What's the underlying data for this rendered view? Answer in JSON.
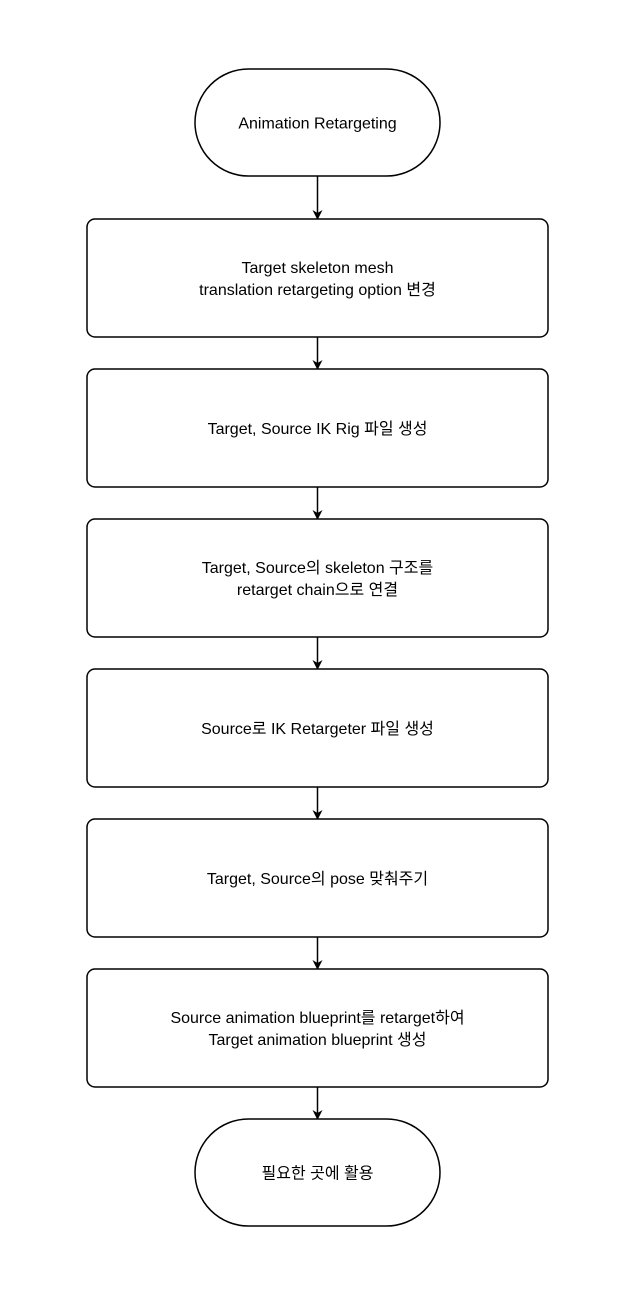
{
  "diagram": {
    "type": "flowchart",
    "nodes": [
      {
        "id": "start",
        "shape": "terminal",
        "lines": [
          "Animation Retargeting"
        ]
      },
      {
        "id": "step1",
        "shape": "process",
        "lines": [
          "Target skeleton mesh",
          "translation retargeting option 변경"
        ]
      },
      {
        "id": "step2",
        "shape": "process",
        "lines": [
          "Target, Source IK Rig 파일 생성"
        ]
      },
      {
        "id": "step3",
        "shape": "process",
        "lines": [
          "Target, Source의 skeleton 구조를",
          "retarget chain으로 연결"
        ]
      },
      {
        "id": "step4",
        "shape": "process",
        "lines": [
          "Source로 IK Retargeter 파일 생성"
        ]
      },
      {
        "id": "step5",
        "shape": "process",
        "lines": [
          "Target, Source의 pose 맞춰주기"
        ]
      },
      {
        "id": "step6",
        "shape": "process",
        "lines": [
          "Source animation blueprint를 retarget하여",
          "Target animation blueprint 생성"
        ]
      },
      {
        "id": "end",
        "shape": "terminal",
        "lines": [
          "필요한 곳에 활용"
        ]
      }
    ],
    "edges": [
      {
        "from": "start",
        "to": "step1"
      },
      {
        "from": "step1",
        "to": "step2"
      },
      {
        "from": "step2",
        "to": "step3"
      },
      {
        "from": "step3",
        "to": "step4"
      },
      {
        "from": "step4",
        "to": "step5"
      },
      {
        "from": "step5",
        "to": "step6"
      },
      {
        "from": "step6",
        "to": "end"
      }
    ],
    "colors": {
      "stroke": "#000000",
      "fill": "#ffffff",
      "text": "#000000"
    }
  }
}
